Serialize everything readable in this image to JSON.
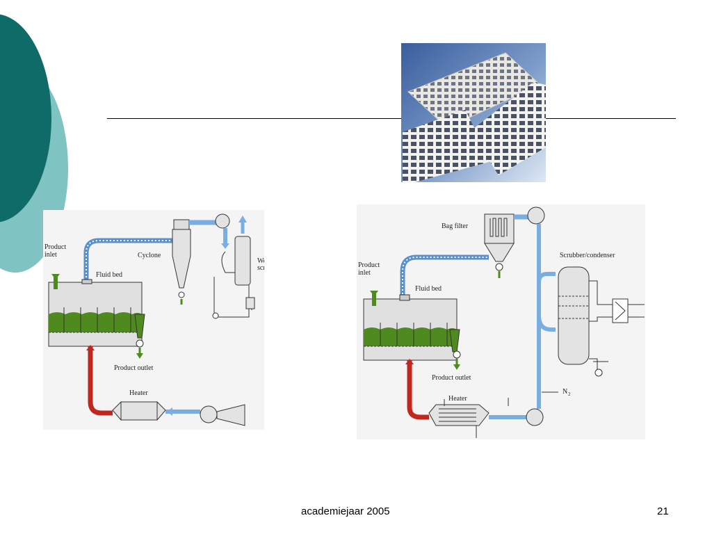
{
  "slide": {
    "footer_text": "academiejaar 2005",
    "page_number": "21"
  },
  "diagram_left": {
    "labels": {
      "product_inlet_1": "Product",
      "product_inlet_2": "inlet",
      "fluid_bed": "Fluid bed",
      "cyclone": "Cyclone",
      "wet_scrubber_1": "Wet",
      "wet_scrubber_2": "scrubber",
      "product_outlet": "Product outlet",
      "heater": "Heater"
    }
  },
  "diagram_right": {
    "labels": {
      "bag_filter": "Bag filter",
      "product_inlet_1": "Product",
      "product_inlet_2": "inlet",
      "fluid_bed": "Fluid bed",
      "scrubber_condenser": "Scrubber/condenser",
      "product_outlet": "Product outlet",
      "heater": "Heater",
      "n2": "N",
      "n2_sub": "2"
    }
  },
  "colors": {
    "dark_teal": "#0e6b68",
    "light_teal": "#7fc4c2",
    "air_blue": "#7aaee0",
    "hot_red": "#c0281e",
    "product_green": "#4f8a1e"
  },
  "icons": {
    "photo": "perforated-plates-photo"
  }
}
